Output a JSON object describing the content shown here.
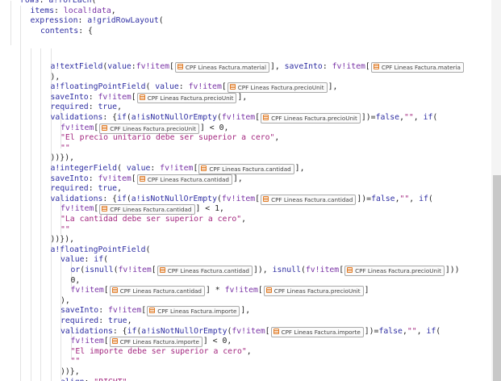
{
  "editor": {
    "lines": [
      {
        "indent": 0,
        "t": [
          [
            "k",
            "rows"
          ],
          [
            "p",
            ": "
          ],
          [
            "k",
            "a!forEach"
          ],
          [
            "p",
            "("
          ]
        ]
      },
      {
        "indent": 1,
        "t": [
          [
            "k",
            "items"
          ],
          [
            "p",
            ": "
          ],
          [
            "v",
            "local!data"
          ],
          [
            "p",
            ","
          ]
        ]
      },
      {
        "indent": 1,
        "t": [
          [
            "k",
            "expression"
          ],
          [
            "p",
            ": "
          ],
          [
            "k",
            "a!gridRowLayout"
          ],
          [
            "p",
            "("
          ]
        ]
      },
      {
        "indent": 2,
        "t": [
          [
            "k",
            "contents"
          ],
          [
            "p",
            ": {"
          ]
        ]
      },
      {
        "indent": 0,
        "t": []
      },
      {
        "indent": 3,
        "t": [
          [
            "k",
            "a!textField"
          ],
          [
            "p",
            "("
          ],
          [
            "k",
            "value"
          ],
          [
            "p",
            ":"
          ],
          [
            "v",
            "fv!item"
          ],
          [
            "p",
            "["
          ],
          [
            "r",
            "CPF Lineas Factura.material"
          ],
          [
            "p",
            "], "
          ],
          [
            "k",
            "saveInto"
          ],
          [
            "p",
            ": "
          ],
          [
            "v",
            "fv!item"
          ],
          [
            "p",
            "["
          ],
          [
            "r",
            "CPF Lineas Factura.materia"
          ]
        ]
      },
      {
        "indent": 3,
        "t": [
          [
            "p",
            "),"
          ]
        ]
      },
      {
        "indent": 3,
        "t": [
          [
            "k",
            "a!floatingPointField"
          ],
          [
            "p",
            "( "
          ],
          [
            "k",
            "value"
          ],
          [
            "p",
            ": "
          ],
          [
            "v",
            "fv!item"
          ],
          [
            "p",
            "["
          ],
          [
            "r",
            "CPF Lineas Factura.precioUnit"
          ],
          [
            "p",
            "],"
          ]
        ]
      },
      {
        "indent": 3,
        "t": [
          [
            "k",
            "saveInto"
          ],
          [
            "p",
            ": "
          ],
          [
            "v",
            "fv!item"
          ],
          [
            "p",
            "["
          ],
          [
            "r",
            "CPF Lineas Factura.precioUnit"
          ],
          [
            "p",
            "],"
          ]
        ]
      },
      {
        "indent": 3,
        "t": [
          [
            "k",
            "required"
          ],
          [
            "p",
            ": "
          ],
          [
            "k",
            "true"
          ],
          [
            "p",
            ","
          ]
        ]
      },
      {
        "indent": 3,
        "t": [
          [
            "k",
            "validations"
          ],
          [
            "p",
            ": {"
          ],
          [
            "k",
            "if"
          ],
          [
            "p",
            "("
          ],
          [
            "k",
            "a!isNotNullOrEmpty"
          ],
          [
            "p",
            "("
          ],
          [
            "v",
            "fv!item"
          ],
          [
            "p",
            "["
          ],
          [
            "r",
            "CPF Lineas Factura.precioUnit"
          ],
          [
            "p",
            "])="
          ],
          [
            "k",
            "false"
          ],
          [
            "p",
            ","
          ],
          [
            "s",
            "\"\""
          ],
          [
            "p",
            ", "
          ],
          [
            "k",
            "if"
          ],
          [
            "p",
            "("
          ]
        ]
      },
      {
        "indent": 4,
        "t": [
          [
            "v",
            "fv!item"
          ],
          [
            "p",
            "["
          ],
          [
            "r",
            "CPF Lineas Factura.precioUnit"
          ],
          [
            "p",
            "] < 0,"
          ]
        ]
      },
      {
        "indent": 4,
        "t": [
          [
            "s",
            "\"El precio unitario debe ser superior a cero\""
          ],
          [
            "p",
            ","
          ]
        ]
      },
      {
        "indent": 4,
        "t": [
          [
            "s",
            "\"\""
          ]
        ]
      },
      {
        "indent": 3,
        "t": [
          [
            "p",
            "))}),"
          ]
        ]
      },
      {
        "indent": 3,
        "t": [
          [
            "k",
            "a!integerField"
          ],
          [
            "p",
            "( "
          ],
          [
            "k",
            "value"
          ],
          [
            "p",
            ": "
          ],
          [
            "v",
            "fv!item"
          ],
          [
            "p",
            "["
          ],
          [
            "r",
            "CPF Lineas Factura.cantidad"
          ],
          [
            "p",
            "],"
          ]
        ]
      },
      {
        "indent": 3,
        "t": [
          [
            "k",
            "saveInto"
          ],
          [
            "p",
            ": "
          ],
          [
            "v",
            "fv!item"
          ],
          [
            "p",
            "["
          ],
          [
            "r",
            "CPF Lineas Factura.cantidad"
          ],
          [
            "p",
            "],"
          ]
        ]
      },
      {
        "indent": 3,
        "t": [
          [
            "k",
            "required"
          ],
          [
            "p",
            ": "
          ],
          [
            "k",
            "true"
          ],
          [
            "p",
            ","
          ]
        ]
      },
      {
        "indent": 3,
        "t": [
          [
            "k",
            "validations"
          ],
          [
            "p",
            ": {"
          ],
          [
            "k",
            "if"
          ],
          [
            "p",
            "("
          ],
          [
            "k",
            "a!isNotNullOrEmpty"
          ],
          [
            "p",
            "("
          ],
          [
            "v",
            "fv!item"
          ],
          [
            "p",
            "["
          ],
          [
            "r",
            "CPF Lineas Factura.cantidad"
          ],
          [
            "p",
            "])="
          ],
          [
            "k",
            "false"
          ],
          [
            "p",
            ","
          ],
          [
            "s",
            "\"\""
          ],
          [
            "p",
            ", "
          ],
          [
            "k",
            "if"
          ],
          [
            "p",
            "("
          ]
        ]
      },
      {
        "indent": 4,
        "t": [
          [
            "v",
            "fv!item"
          ],
          [
            "p",
            "["
          ],
          [
            "r",
            "CPF Lineas Factura.cantidad"
          ],
          [
            "p",
            "] < 1,"
          ]
        ]
      },
      {
        "indent": 4,
        "t": [
          [
            "s",
            "\"La cantidad debe ser superior a cero\""
          ],
          [
            "p",
            ","
          ]
        ]
      },
      {
        "indent": 4,
        "t": [
          [
            "s",
            "\"\""
          ]
        ]
      },
      {
        "indent": 3,
        "t": [
          [
            "p",
            "))}),"
          ]
        ]
      },
      {
        "indent": 3,
        "t": [
          [
            "k",
            "a!floatingPointField"
          ],
          [
            "p",
            "("
          ]
        ]
      },
      {
        "indent": 4,
        "t": [
          [
            "k",
            "value"
          ],
          [
            "p",
            ": "
          ],
          [
            "k",
            "if"
          ],
          [
            "p",
            "("
          ]
        ]
      },
      {
        "indent": 5,
        "t": [
          [
            "k",
            "or"
          ],
          [
            "p",
            "("
          ],
          [
            "k",
            "isnull"
          ],
          [
            "p",
            "("
          ],
          [
            "v",
            "fv!item"
          ],
          [
            "p",
            "["
          ],
          [
            "r",
            "CPF Lineas Factura.cantidad"
          ],
          [
            "p",
            "]), "
          ],
          [
            "k",
            "isnull"
          ],
          [
            "p",
            "("
          ],
          [
            "v",
            "fv!item"
          ],
          [
            "p",
            "["
          ],
          [
            "r",
            "CPF Lineas Factura.precioUnit"
          ],
          [
            "p",
            "]))"
          ]
        ]
      },
      {
        "indent": 5,
        "t": [
          [
            "p",
            "0,"
          ]
        ]
      },
      {
        "indent": 5,
        "t": [
          [
            "v",
            "fv!item"
          ],
          [
            "p",
            "["
          ],
          [
            "r",
            "CPF Lineas Factura.cantidad"
          ],
          [
            "p",
            "] * "
          ],
          [
            "v",
            "fv!item"
          ],
          [
            "p",
            "["
          ],
          [
            "r",
            "CPF Lineas Factura.precioUnit"
          ],
          [
            "p",
            "]"
          ]
        ]
      },
      {
        "indent": 4,
        "t": [
          [
            "p",
            "),"
          ]
        ]
      },
      {
        "indent": 4,
        "t": [
          [
            "k",
            "saveInto"
          ],
          [
            "p",
            ": "
          ],
          [
            "v",
            "fv!item"
          ],
          [
            "p",
            "["
          ],
          [
            "r",
            "CPF Lineas Factura.importe"
          ],
          [
            "p",
            "],"
          ]
        ]
      },
      {
        "indent": 4,
        "t": [
          [
            "k",
            "required"
          ],
          [
            "p",
            ": "
          ],
          [
            "k",
            "true"
          ],
          [
            "p",
            ","
          ]
        ]
      },
      {
        "indent": 4,
        "t": [
          [
            "k",
            "validations"
          ],
          [
            "p",
            ": {"
          ],
          [
            "k",
            "if"
          ],
          [
            "p",
            "("
          ],
          [
            "k",
            "a!isNotNullOrEmpty"
          ],
          [
            "p",
            "("
          ],
          [
            "v",
            "fv!item"
          ],
          [
            "p",
            "["
          ],
          [
            "r",
            "CPF Lineas Factura.importe"
          ],
          [
            "p",
            "])="
          ],
          [
            "k",
            "false"
          ],
          [
            "p",
            ","
          ],
          [
            "s",
            "\"\""
          ],
          [
            "p",
            ", "
          ],
          [
            "k",
            "if"
          ],
          [
            "p",
            "("
          ]
        ]
      },
      {
        "indent": 5,
        "t": [
          [
            "v",
            "fv!item"
          ],
          [
            "p",
            "["
          ],
          [
            "r",
            "CPF Lineas Factura.importe"
          ],
          [
            "p",
            "] < 0,"
          ]
        ]
      },
      {
        "indent": 5,
        "t": [
          [
            "s",
            "\"El importe debe ser superior a cero\""
          ],
          [
            "p",
            ","
          ]
        ]
      },
      {
        "indent": 5,
        "t": [
          [
            "s",
            "\"\""
          ]
        ]
      },
      {
        "indent": 4,
        "t": [
          [
            "p",
            "))},"
          ]
        ]
      },
      {
        "indent": 4,
        "t": [
          [
            "k",
            "align"
          ],
          [
            "p",
            ": "
          ],
          [
            "s",
            "\"RIGHT\""
          ]
        ]
      }
    ]
  },
  "colors": {
    "keyword": "#2f2fa3",
    "variable": "#7a33a6",
    "string": "#a3277f",
    "record_icon": "#e07b26"
  },
  "icons": {
    "record_reference": "record-type-icon"
  }
}
